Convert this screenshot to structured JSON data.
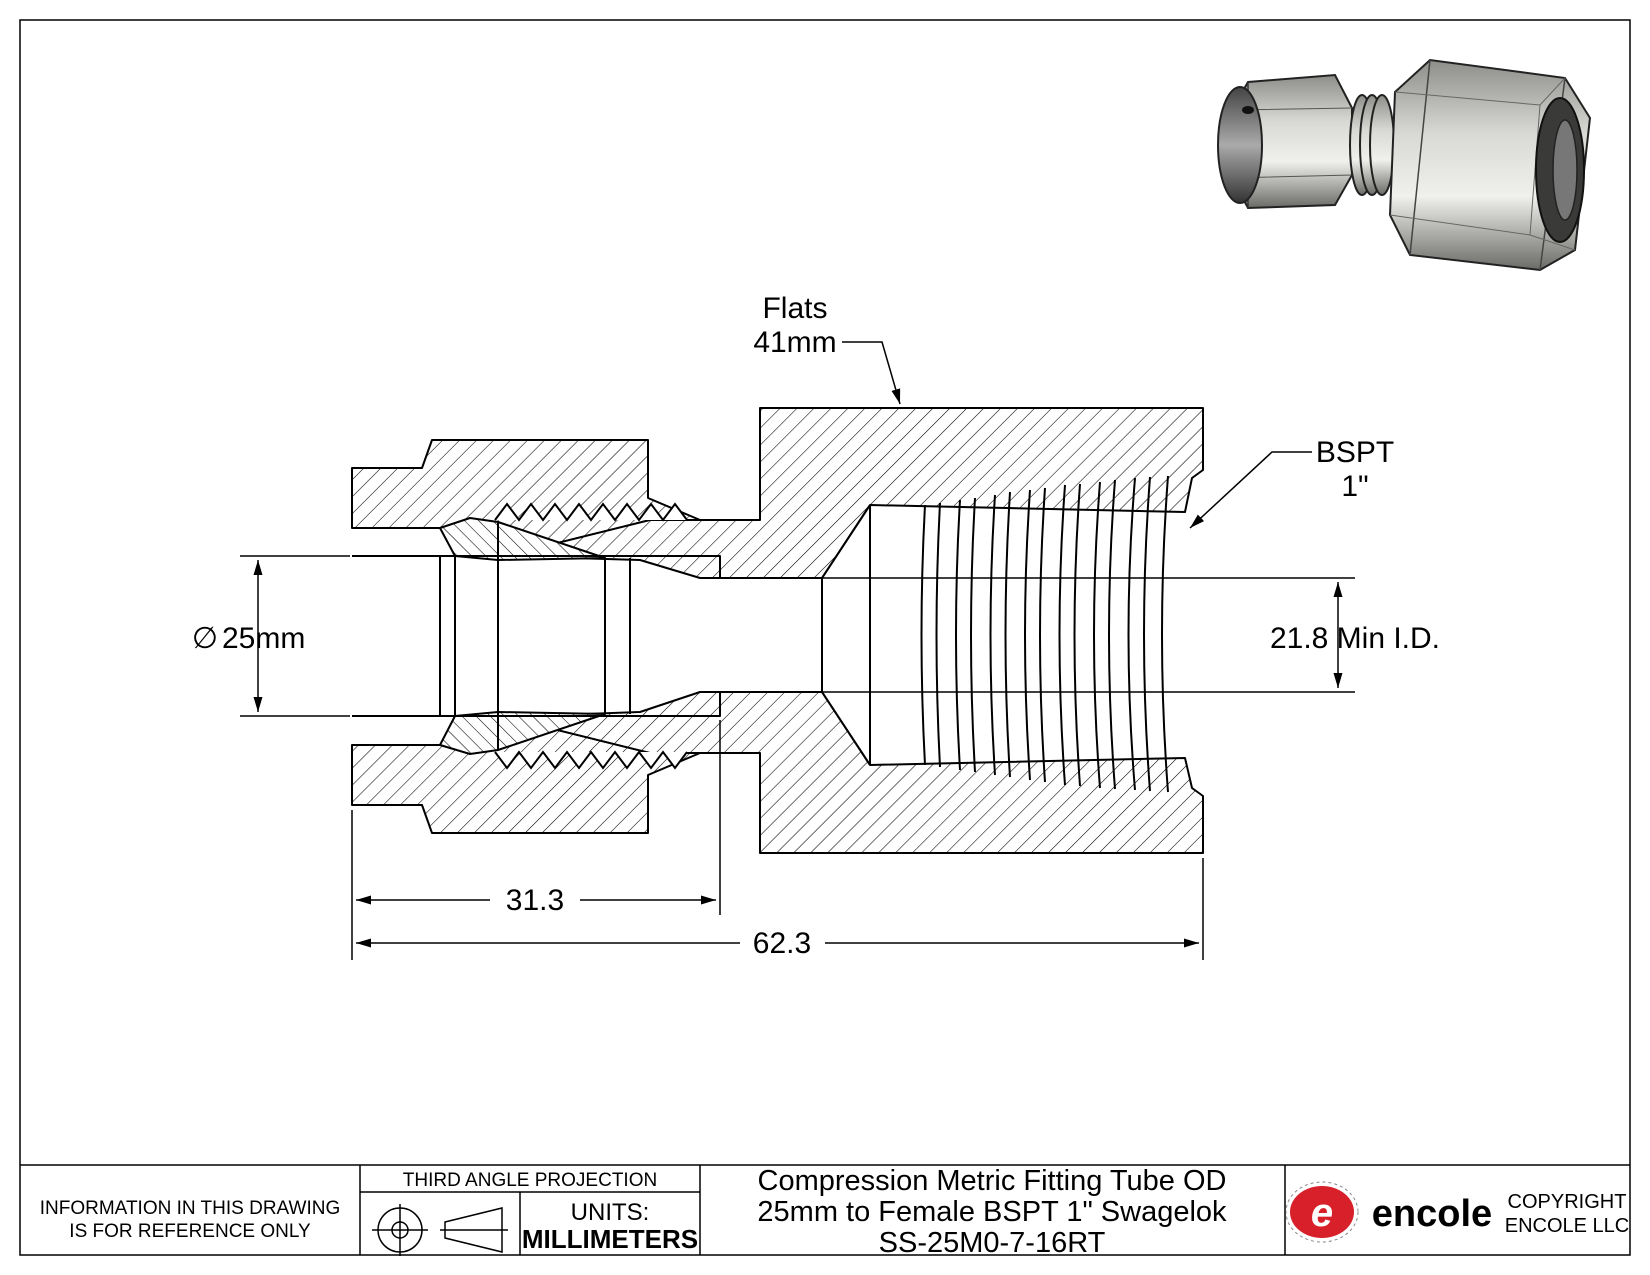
{
  "drawing": {
    "callouts": {
      "flats_line1": "Flats",
      "flats_line2": "41mm",
      "bspt_line1": "BSPT",
      "bspt_line2": "1\"",
      "diameter_symbol": "∅",
      "diameter_value": "25mm",
      "min_id": "21.8 Min I.D."
    },
    "dimensions": {
      "length_body": "31.3",
      "length_total": "62.3"
    }
  },
  "title_block": {
    "disclaimer_line1": "INFORMATION IN THIS DRAWING",
    "disclaimer_line2": "IS FOR REFERENCE ONLY",
    "projection": "THIRD ANGLE PROJECTION",
    "units_label": "UNITS:",
    "units_value": "MILLIMETERS",
    "title_line1": "Compression Metric Fitting Tube OD",
    "title_line2": "25mm to Female BSPT 1\" Swagelok",
    "title_line3": "SS-25M0-7-16RT",
    "brand": "encole",
    "copyright_line1": "COPYRIGHT",
    "copyright_line2": "ENCOLE  LLC"
  },
  "colors": {
    "logo_red": "#d8202a",
    "line": "#000000"
  },
  "icons": {
    "projection_symbol": "third-angle-projection-icon",
    "logo_mark": "encole-logo-icon",
    "product_render": "fitting-render-icon"
  }
}
